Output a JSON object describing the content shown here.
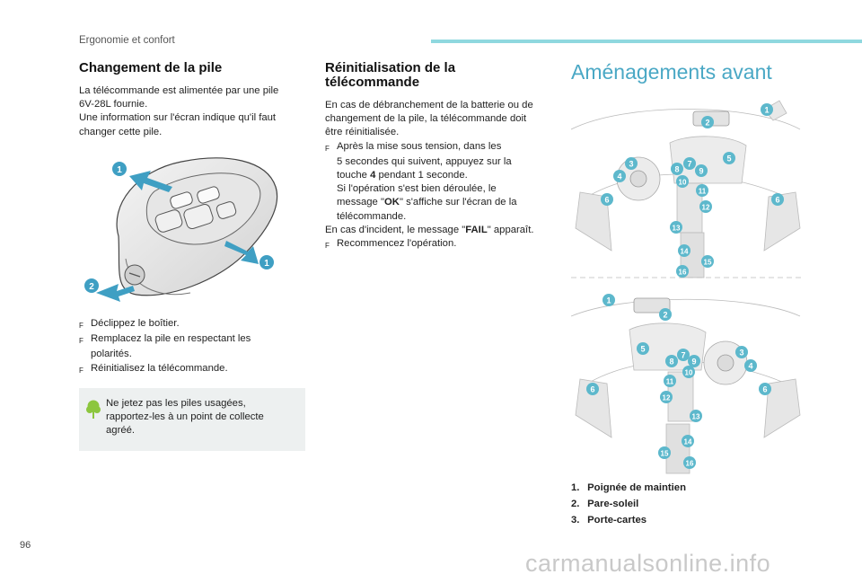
{
  "header": {
    "section": "Ergonomie et confort",
    "accent_color": "#8fd8df"
  },
  "battery": {
    "title": "Changement de la pile",
    "lines": [
      "La télécommande est alimentée par une pile",
      "6V-28L fournie.",
      "Une information sur l'écran indique qu'il faut",
      "changer cette pile."
    ],
    "figure_callouts": [
      "1",
      "1",
      "2"
    ],
    "steps": [
      {
        "bullet": "F",
        "line1": "Déclippez le boîtier.",
        "line2": ""
      },
      {
        "bullet": "F",
        "line1": "Remplacez la pile en respectant les",
        "line2": "polarités."
      },
      {
        "bullet": "F",
        "line1": "Réinitialisez la télécommande.",
        "line2": ""
      }
    ],
    "note": [
      "Ne jetez pas les piles usagées,",
      "rapportez-les à un point de collecte",
      "agréé."
    ],
    "note_icon": "tree-icon"
  },
  "reset": {
    "title_line1": "Réinitialisation de la",
    "title_line2": "télécommande",
    "intro": [
      "En cas de débranchement de la batterie ou de",
      "changement de la pile, la télécommande doit",
      "être réinitialisée."
    ],
    "bullet1": "Après la mise sous tension, dans les",
    "bullet1_cont": [
      "5 secondes qui suivent, appuyez sur la"
    ],
    "touche_pre": "touche ",
    "touche_num": "4",
    "touche_post": " pendant 1 seconde.",
    "success_line": "Si l'opération s'est bien déroulée, le",
    "msg_pre": "message \"",
    "msg_ok": "OK",
    "msg_post": "\" s'affiche sur l'écran de la",
    "msg_end": "télécommande.",
    "fail_pre": "En cas d'incident, le message \"",
    "fail_word": "FAIL",
    "fail_post": "\" apparaît.",
    "bullet2": "Recommencez l'opération."
  },
  "front": {
    "title": "Aménagements avant",
    "fig1_callouts": [
      "1",
      "2",
      "3",
      "4",
      "5",
      "6",
      "6",
      "7",
      "8",
      "9",
      "10",
      "11",
      "12",
      "13",
      "14",
      "15",
      "16"
    ],
    "fig2_callouts": [
      "1",
      "2",
      "3",
      "4",
      "5",
      "6",
      "6",
      "7",
      "8",
      "9",
      "10",
      "11",
      "12",
      "13",
      "14",
      "15",
      "16"
    ],
    "legend": [
      {
        "num": "1.",
        "label": "Poignée de maintien"
      },
      {
        "num": "2.",
        "label": "Pare-soleil"
      },
      {
        "num": "3.",
        "label": "Porte-cartes"
      }
    ],
    "callout_color": "#5db8cc"
  },
  "footer": {
    "page_number": "96",
    "watermark": "carmanualsonline.info"
  }
}
